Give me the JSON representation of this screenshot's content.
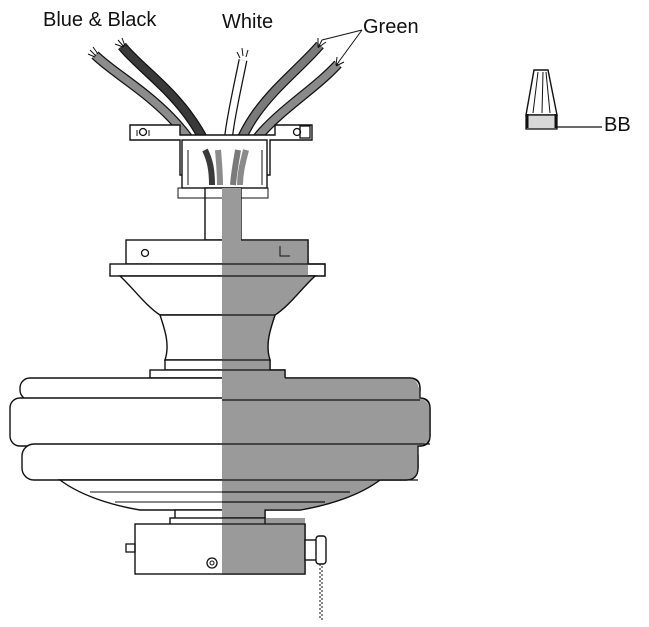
{
  "labels": {
    "blue_black": "Blue & Black",
    "white": "White",
    "green": "Green",
    "connector": "BB"
  },
  "colors": {
    "shaft_shade": "#9a9a9a",
    "wire_blue": "#8c8c8c",
    "wire_black": "#3a3a3a",
    "wire_white": "#ffffff",
    "wire_green": "#7a7a7a",
    "outline": "#111111"
  },
  "icons": {
    "wire_connector": "wire-nut-icon",
    "fan": "ceiling-fan-motor-icon",
    "pull_chain": "pull-chain-icon"
  }
}
